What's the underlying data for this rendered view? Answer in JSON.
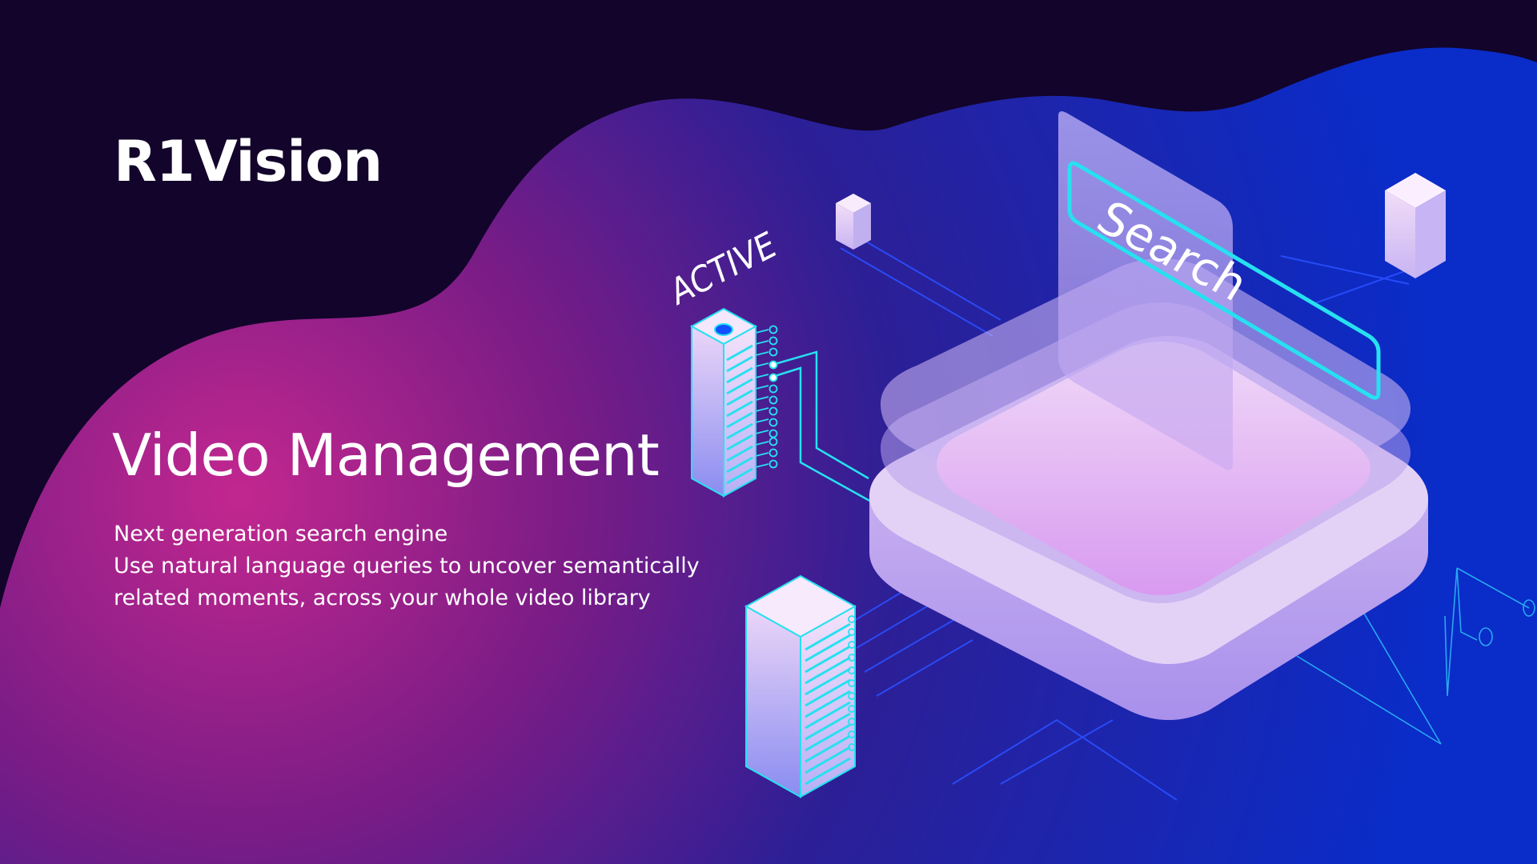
{
  "brand": {
    "name": "R1Vision"
  },
  "hero": {
    "headline": "Video Management",
    "lines": [
      "Next generation search engine",
      "Use natural language queries to uncover semantically",
      "related moments, across your whole video library"
    ]
  },
  "illustration": {
    "active_label": "ACTIVE",
    "search_label": "Search"
  },
  "colors": {
    "dark_background": "#12042a",
    "magenta": "#c0268f",
    "violet": "#5a1a80",
    "blue": "#0a2cc8",
    "cyan_accent": "#27e0f0",
    "platform_lilac": "#d8b8f0"
  }
}
